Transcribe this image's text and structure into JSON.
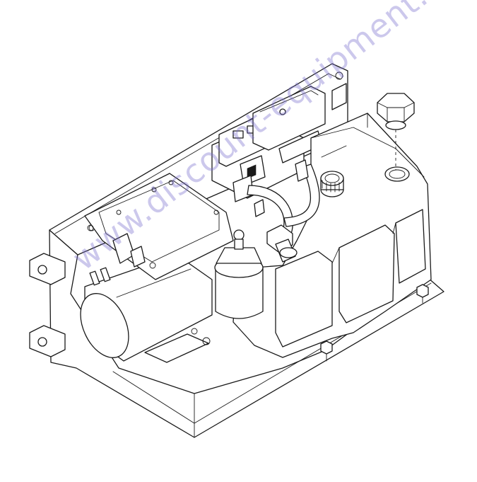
{
  "watermark": {
    "text": "www.discount-equipment.com"
  },
  "decals": {
    "tank_label": "",
    "bracket_label": ""
  },
  "colors": {
    "line": "#1a1a1a",
    "background": "#ffffff",
    "watermark": "#786ecd"
  },
  "parts": [
    "base-plate",
    "mounting-brackets",
    "motor",
    "control-box",
    "electrical-panel",
    "hydraulic-tank",
    "filler-cap",
    "breather-cap",
    "filter",
    "hose",
    "fittings",
    "bolts"
  ]
}
